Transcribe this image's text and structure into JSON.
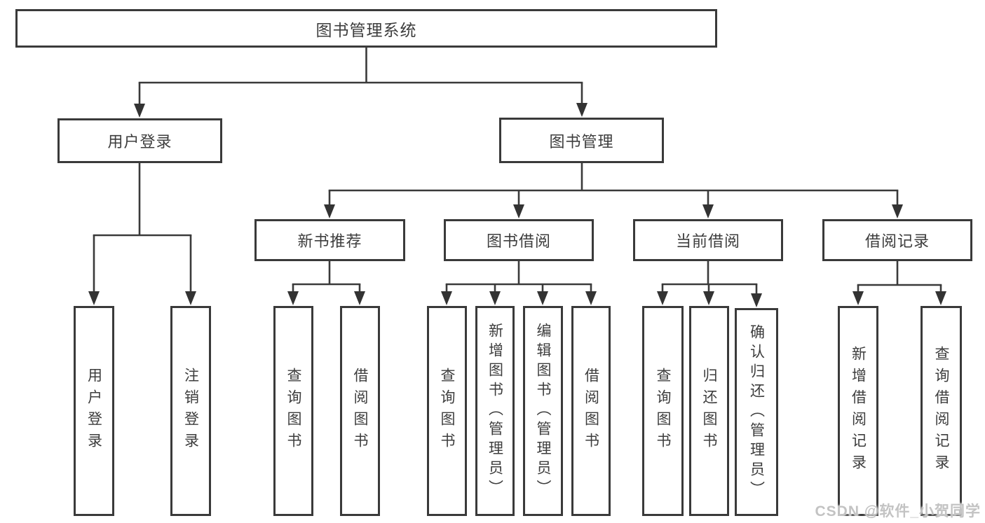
{
  "diagram_type": "hierarchy-tree",
  "colors": {
    "line": "#3a3a3a",
    "box_border": "#3a3a3a",
    "text": "#3d3d3d",
    "background": "#ffffff",
    "watermark": "#c3c3c3"
  },
  "watermark": {
    "text": "CSDN @软件_小贺同学"
  },
  "tree": {
    "label": "图书管理系统",
    "children": [
      {
        "label": "用户登录",
        "children": [
          {
            "label": "用户登录"
          },
          {
            "label": "注销登录"
          }
        ]
      },
      {
        "label": "图书管理",
        "children": [
          {
            "label": "新书推荐",
            "children": [
              {
                "label": "查询图书"
              },
              {
                "label": "借阅图书"
              }
            ]
          },
          {
            "label": "图书借阅",
            "children": [
              {
                "label": "查询图书"
              },
              {
                "label": "新增图书（管理员）"
              },
              {
                "label": "编辑图书（管理员）"
              },
              {
                "label": "借阅图书"
              }
            ]
          },
          {
            "label": "当前借阅",
            "children": [
              {
                "label": "查询图书"
              },
              {
                "label": "归还图书"
              },
              {
                "label": "确认归还（管理员）"
              }
            ]
          },
          {
            "label": "借阅记录",
            "children": [
              {
                "label": "新增借阅记录"
              },
              {
                "label": "查询借阅记录"
              }
            ]
          }
        ]
      }
    ]
  }
}
